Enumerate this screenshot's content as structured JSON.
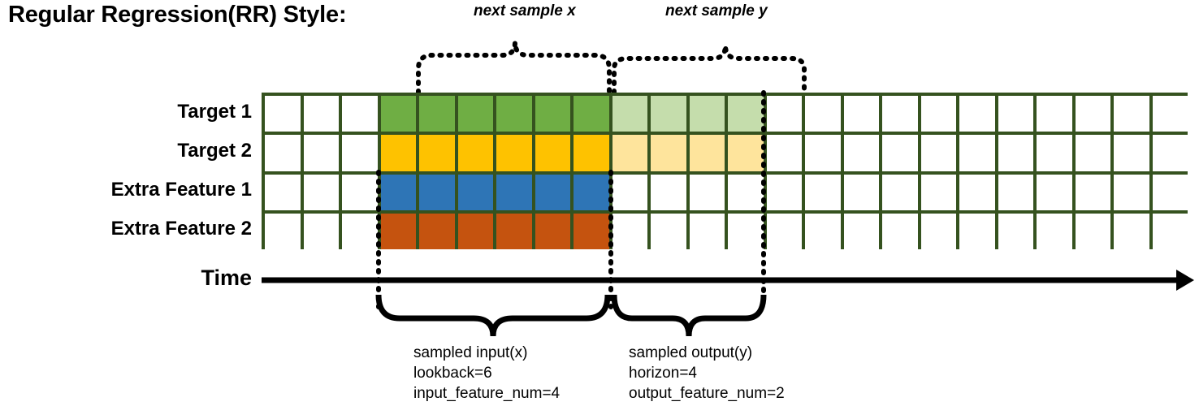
{
  "title": "Regular Regression(RR) Style:",
  "top_braces": [
    {
      "label": "next sample x"
    },
    {
      "label": "next sample y"
    }
  ],
  "rows": [
    {
      "label": "Target 1",
      "solid_color": "#6FAE44",
      "light_color": "#C5DDAC",
      "has_horizon": true
    },
    {
      "label": "Target 2",
      "solid_color": "#FEC200",
      "light_color": "#FEE49C",
      "has_horizon": true
    },
    {
      "label": "Extra Feature 1",
      "solid_color": "#2E75B6",
      "light_color": "",
      "has_horizon": false
    },
    {
      "label": "Extra Feature 2",
      "solid_color": "#C5530F",
      "light_color": "",
      "has_horizon": false
    }
  ],
  "grid": {
    "total_columns": 24,
    "leading_empty_columns": 3,
    "lookback_columns": 6,
    "horizon_columns": 4,
    "trailing_empty_columns": 11,
    "border_color": "#35521F",
    "empty_cell_color": "#FFFFFF"
  },
  "axis": {
    "label": "Time"
  },
  "bottom_annotations": [
    {
      "name": "sampled-input",
      "lines": [
        "sampled input(x)",
        "lookback=6",
        "input_feature_num=4"
      ]
    },
    {
      "name": "sampled-output",
      "lines": [
        "sampled output(y)",
        "horizon=4",
        "output_feature_num=2"
      ]
    }
  ]
}
